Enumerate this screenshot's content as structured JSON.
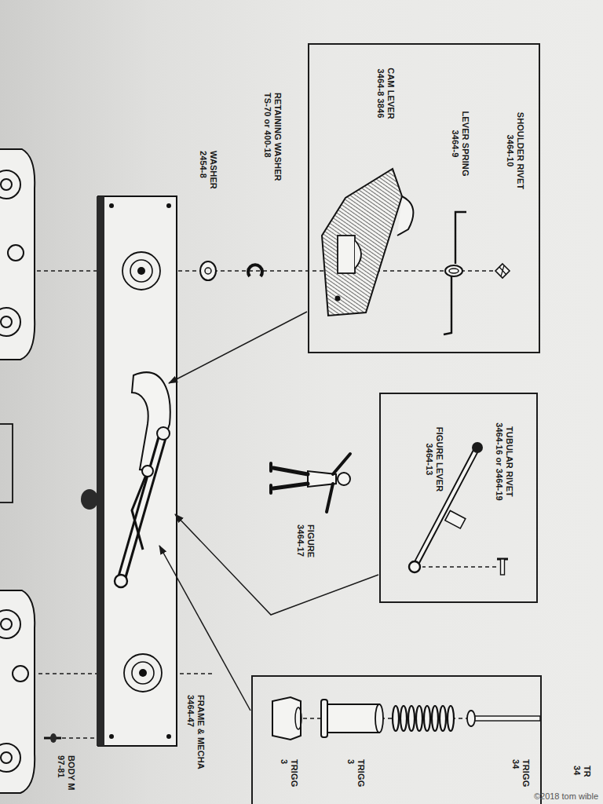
{
  "diagram": {
    "nodes": [
      {
        "text": [
          "SHOULDER RIVET 3464-10",
          "LEVER SPRING 3464-9",
          "CAM LEVER 3464-8 3846"
        ]
      },
      {
        "text": [
          "TUBULAR RIVET 3464-16 or 3464-19",
          "FIGURE LEVER 3464-13"
        ]
      },
      {
        "text": [
          "TRIGG 34",
          "TRIGG 3",
          "TRIGG 3"
        ]
      }
    ],
    "labels": [
      "RETAINING WASHER TS-70 or 400-18",
      "WASHER 2454-8",
      "FIGURE 3464-17",
      "FRAME & MECHA 3464-47",
      "BODY M 97-81",
      "TR 34",
      "©2018 tom wible"
    ]
  }
}
